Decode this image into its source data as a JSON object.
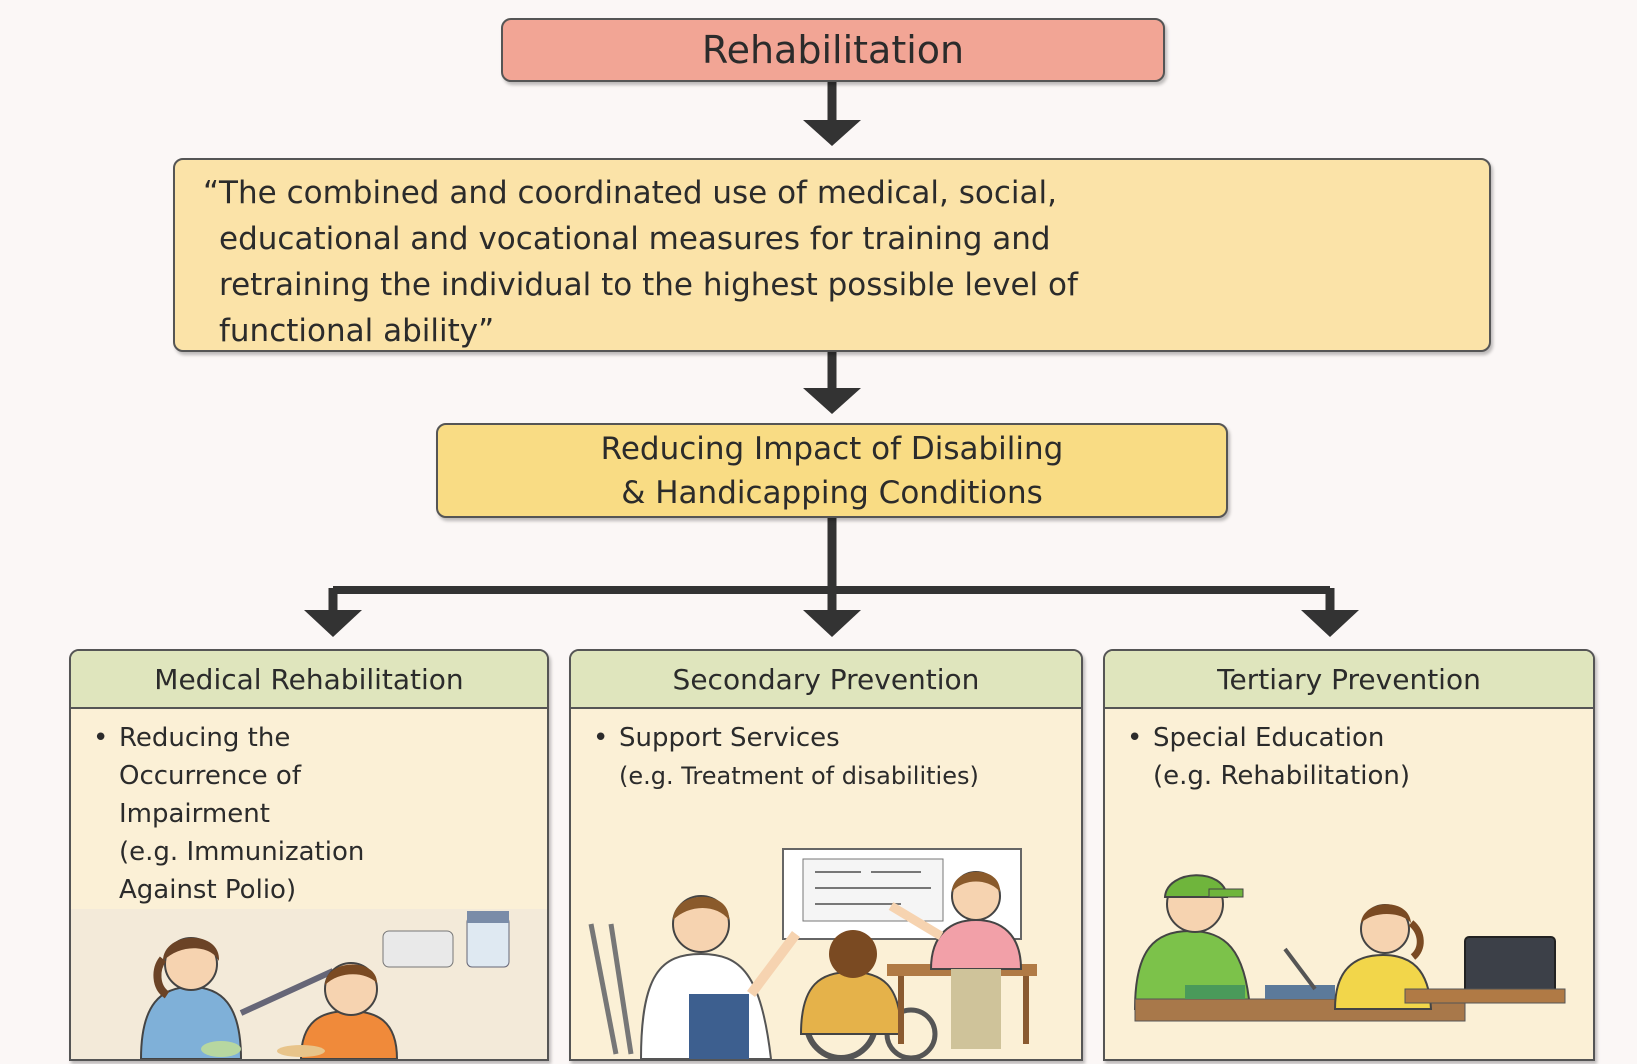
{
  "title": "Rehabilitation",
  "definition": {
    "lines": [
      "“The combined and coordinated use of medical, social,",
      "educational and vocational measures for training and",
      "retraining the individual to the highest possible level of",
      "functional ability”"
    ]
  },
  "goal": {
    "lines": [
      "Reducing Impact of Disabiling",
      "& Handicapping Conditions"
    ]
  },
  "cards": [
    {
      "heading": "Medical Rehabilitation",
      "bullet": "Reducing the",
      "sub": [
        "Occurrence of",
        "Impairment",
        "(e.g. Immunization",
        "Against Polio)"
      ],
      "illustration": "nurse-vaccinating-child"
    },
    {
      "heading": "Secondary Prevention",
      "bullet": "Support Services",
      "sub": [
        "(e.g. Treatment of disabilities)"
      ],
      "illustration": "doctor-with-wheelchair-patient"
    },
    {
      "heading": "Tertiary Prevention",
      "bullet": "Special Education",
      "sub": [
        "(e.g. Rehabilitation)"
      ],
      "illustration": "vocational-training-workshop"
    }
  ],
  "colors": {
    "title_fill": "#f2a595",
    "definition_fill": "#fbe3a8",
    "goal_fill": "#f9dc84",
    "card_header_fill": "#dfe5bd",
    "card_body_fill": "#fbf0d6",
    "connector": "#333333"
  }
}
